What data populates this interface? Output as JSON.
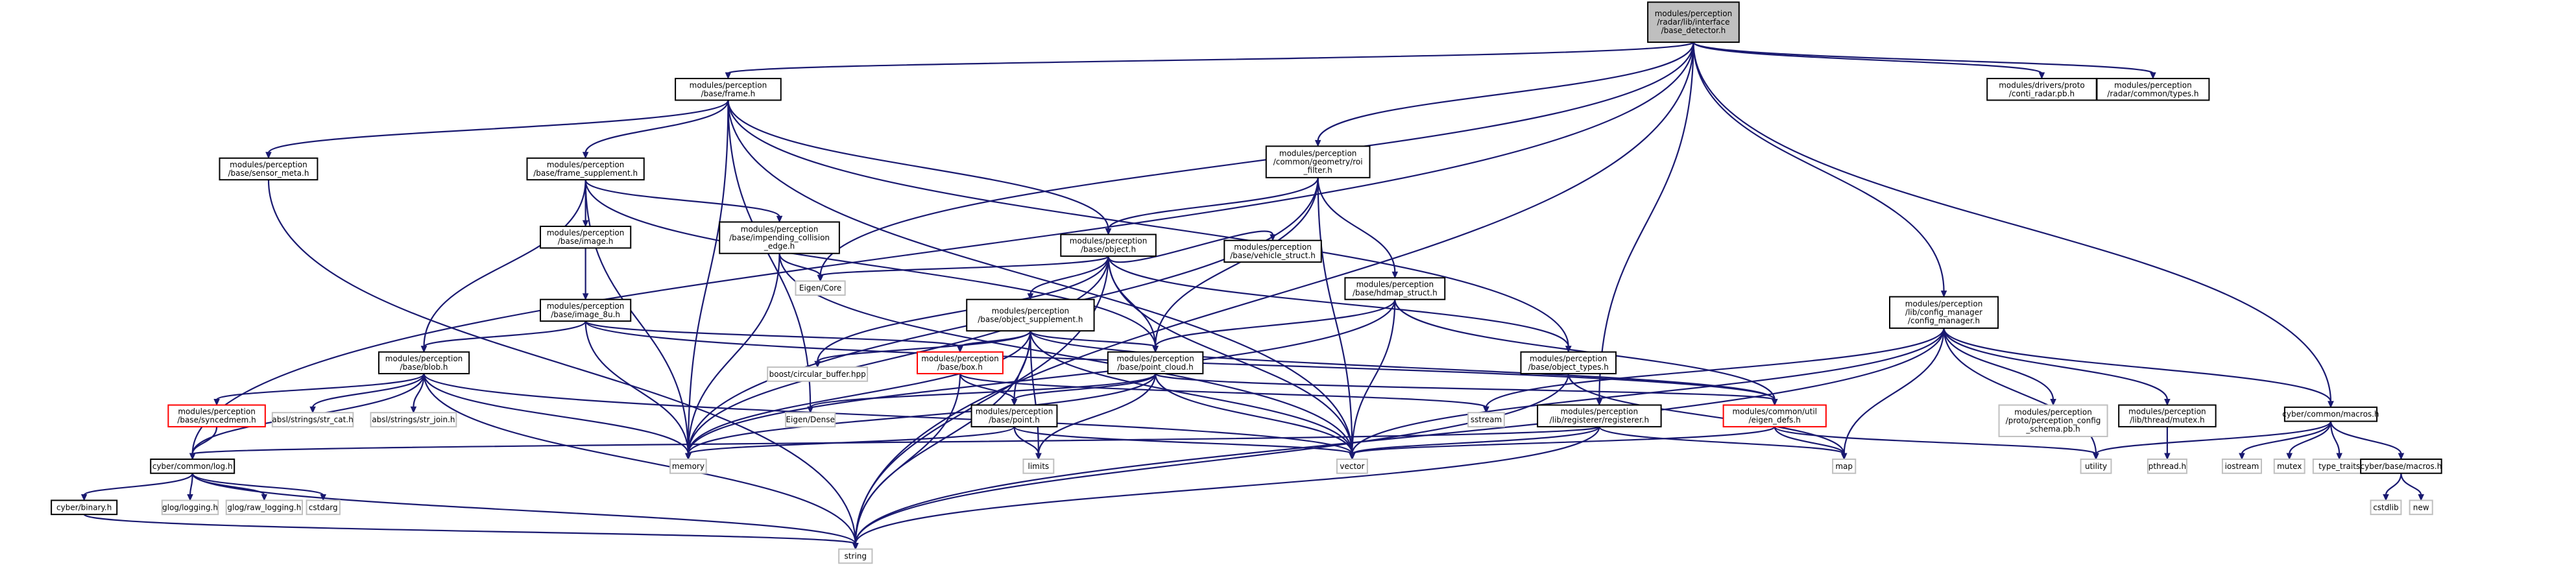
{
  "nodes": {
    "root": [
      "modules/perception",
      "/radar/lib/interface",
      "/base_detector.h"
    ],
    "frame": [
      "modules/perception",
      "/base/frame.h"
    ],
    "conti": [
      "modules/drivers/proto",
      "/conti_radar.pb.h"
    ],
    "rtypes": [
      "modules/perception",
      "/radar/common/types.h"
    ],
    "roi": [
      "modules/perception",
      "/common/geometry/roi",
      "_filter.h"
    ],
    "sensor_meta": [
      "modules/perception",
      "/base/sensor_meta.h"
    ],
    "frame_supp": [
      "modules/perception",
      "/base/frame_supplement.h"
    ],
    "object": [
      "modules/perception",
      "/base/object.h"
    ],
    "image": [
      "modules/perception",
      "/base/image.h"
    ],
    "impending": [
      "modules/perception",
      "/base/impending_collision",
      "_edge.h"
    ],
    "vehicle": [
      "modules/perception",
      "/base/vehicle_struct.h"
    ],
    "hdmap": [
      "modules/perception",
      "/base/hdmap_struct.h"
    ],
    "eigen_core": [
      "Eigen/Core"
    ],
    "image8u": [
      "modules/perception",
      "/base/image_8u.h"
    ],
    "obj_supp": [
      "modules/perception",
      "/base/object_supplement.h"
    ],
    "cfg_mgr": [
      "modules/perception",
      "/lib/config_manager",
      "/config_manager.h"
    ],
    "blob": [
      "modules/perception",
      "/base/blob.h"
    ],
    "box": [
      "modules/perception",
      "/base/box.h"
    ],
    "boost_cb": [
      "boost/circular_buffer.hpp"
    ],
    "pcloud": [
      "modules/perception",
      "/base/point_cloud.h"
    ],
    "obj_types": [
      "modules/perception",
      "/base/object_types.h"
    ],
    "eigen_defs": [
      "modules/common/util",
      "/eigen_defs.h"
    ],
    "perc_schema": [
      "modules/perception",
      "/proto/perception_config",
      "_schema.pb.h"
    ],
    "thread_mutex": [
      "modules/perception",
      "/lib/thread/mutex.h"
    ],
    "syncedmem": [
      "modules/perception",
      "/base/syncedmem.h"
    ],
    "str_cat": [
      "absl/strings/str_cat.h"
    ],
    "str_join": [
      "absl/strings/str_join.h"
    ],
    "eigen_dense": [
      "Eigen/Dense"
    ],
    "point": [
      "modules/perception",
      "/base/point.h"
    ],
    "sstream": [
      "sstream"
    ],
    "registerer": [
      "modules/perception",
      "/lib/registerer/registerer.h"
    ],
    "macros": [
      "cyber/common/macros.h"
    ],
    "log": [
      "cyber/common/log.h"
    ],
    "memory": [
      "memory"
    ],
    "limits": [
      "limits"
    ],
    "vector": [
      "vector"
    ],
    "map": [
      "map"
    ],
    "utility": [
      "utility"
    ],
    "pthread": [
      "pthread.h"
    ],
    "iostream": [
      "iostream"
    ],
    "mutex": [
      "mutex"
    ],
    "type_traits": [
      "type_traits"
    ],
    "base_macros": [
      "cyber/base/macros.h"
    ],
    "binary": [
      "cyber/binary.h"
    ],
    "glog": [
      "glog/logging.h"
    ],
    "glog_raw": [
      "glog/raw_logging.h"
    ],
    "cstdarg": [
      "cstdarg"
    ],
    "cstdlib": [
      "cstdlib"
    ],
    "new": [
      "new"
    ],
    "string": [
      "string"
    ]
  },
  "edges": [
    [
      "root",
      "frame"
    ],
    [
      "root",
      "conti"
    ],
    [
      "root",
      "rtypes"
    ],
    [
      "root",
      "roi"
    ],
    [
      "root",
      "eigen_core"
    ],
    [
      "root",
      "cfg_mgr"
    ],
    [
      "root",
      "registerer"
    ],
    [
      "root",
      "macros"
    ],
    [
      "root",
      "log"
    ],
    [
      "root",
      "string"
    ],
    [
      "frame",
      "sensor_meta"
    ],
    [
      "frame",
      "frame_supp"
    ],
    [
      "frame",
      "object"
    ],
    [
      "frame",
      "obj_types"
    ],
    [
      "frame",
      "eigen_dense"
    ],
    [
      "frame",
      "memory"
    ],
    [
      "frame",
      "vector"
    ],
    [
      "sensor_meta",
      "string"
    ],
    [
      "frame_supp",
      "image"
    ],
    [
      "frame_supp",
      "impending"
    ],
    [
      "frame_supp",
      "blob"
    ],
    [
      "frame_supp",
      "pcloud"
    ],
    [
      "frame_supp",
      "memory"
    ],
    [
      "image",
      "image8u"
    ],
    [
      "image8u",
      "blob"
    ],
    [
      "image8u",
      "box"
    ],
    [
      "image8u",
      "memory"
    ],
    [
      "image8u",
      "eigen_defs"
    ],
    [
      "impending",
      "eigen_core"
    ],
    [
      "impending",
      "memory"
    ],
    [
      "impending",
      "vector"
    ],
    [
      "roi",
      "object"
    ],
    [
      "roi",
      "hdmap"
    ],
    [
      "roi",
      "pcloud"
    ],
    [
      "roi",
      "memory"
    ],
    [
      "roi",
      "vector"
    ],
    [
      "object",
      "eigen_core"
    ],
    [
      "object",
      "vehicle"
    ],
    [
      "object",
      "obj_supp"
    ],
    [
      "object",
      "obj_types"
    ],
    [
      "object",
      "pcloud"
    ],
    [
      "object",
      "boost_cb"
    ],
    [
      "object",
      "memory"
    ],
    [
      "object",
      "vector"
    ],
    [
      "object",
      "string"
    ],
    [
      "hdmap",
      "pcloud"
    ],
    [
      "hdmap",
      "eigen_defs"
    ],
    [
      "hdmap",
      "memory"
    ],
    [
      "hdmap",
      "vector"
    ],
    [
      "obj_supp",
      "box"
    ],
    [
      "obj_supp",
      "pcloud"
    ],
    [
      "obj_supp",
      "boost_cb"
    ],
    [
      "obj_supp",
      "point"
    ],
    [
      "obj_supp",
      "memory"
    ],
    [
      "obj_supp",
      "vector"
    ],
    [
      "obj_supp",
      "limits"
    ],
    [
      "obj_supp",
      "eigen_defs"
    ],
    [
      "obj_supp",
      "string"
    ],
    [
      "blob",
      "syncedmem"
    ],
    [
      "blob",
      "str_cat"
    ],
    [
      "blob",
      "str_join"
    ],
    [
      "blob",
      "log"
    ],
    [
      "blob",
      "memory"
    ],
    [
      "blob",
      "vector"
    ],
    [
      "blob",
      "string"
    ],
    [
      "syncedmem",
      "log"
    ],
    [
      "box",
      "point"
    ],
    [
      "box",
      "sstream"
    ],
    [
      "box",
      "string"
    ],
    [
      "pcloud",
      "point"
    ],
    [
      "pcloud",
      "eigen_dense"
    ],
    [
      "pcloud",
      "memory"
    ],
    [
      "pcloud",
      "vector"
    ],
    [
      "pcloud",
      "limits"
    ],
    [
      "pcloud",
      "eigen_defs"
    ],
    [
      "point",
      "memory"
    ],
    [
      "point",
      "limits"
    ],
    [
      "point",
      "vector"
    ],
    [
      "obj_types",
      "string"
    ],
    [
      "obj_types",
      "map"
    ],
    [
      "eigen_defs",
      "map"
    ],
    [
      "eigen_defs",
      "vector"
    ],
    [
      "eigen_defs",
      "utility"
    ],
    [
      "cfg_mgr",
      "sstream"
    ],
    [
      "cfg_mgr",
      "perc_schema"
    ],
    [
      "cfg_mgr",
      "thread_mutex"
    ],
    [
      "cfg_mgr",
      "macros"
    ],
    [
      "cfg_mgr",
      "map"
    ],
    [
      "cfg_mgr",
      "vector"
    ],
    [
      "cfg_mgr",
      "utility"
    ],
    [
      "cfg_mgr",
      "string"
    ],
    [
      "thread_mutex",
      "pthread"
    ],
    [
      "registerer",
      "log"
    ],
    [
      "registerer",
      "map"
    ],
    [
      "registerer",
      "vector"
    ],
    [
      "registerer",
      "string"
    ],
    [
      "macros",
      "base_macros"
    ],
    [
      "macros",
      "iostream"
    ],
    [
      "macros",
      "mutex"
    ],
    [
      "macros",
      "type_traits"
    ],
    [
      "macros",
      "utility"
    ],
    [
      "base_macros",
      "cstdlib"
    ],
    [
      "base_macros",
      "new"
    ],
    [
      "log",
      "binary"
    ],
    [
      "log",
      "glog"
    ],
    [
      "log",
      "glog_raw"
    ],
    [
      "log",
      "cstdarg"
    ],
    [
      "log",
      "string"
    ],
    [
      "binary",
      "string"
    ]
  ]
}
